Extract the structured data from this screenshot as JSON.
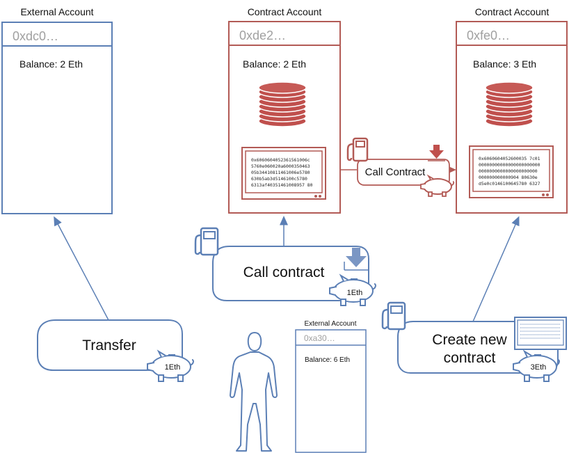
{
  "colors": {
    "blue": "#5b7fb5",
    "blue_fill": "#7a96c4",
    "red": "#b25a55",
    "red_fill": "#c0504d",
    "gray_text": "#a0a0a0",
    "text": "#111111"
  },
  "accounts": {
    "ext_1": {
      "header": "External Account",
      "address": "0xdc0…",
      "balance": "Balance: 2 Eth"
    },
    "contract_1": {
      "header": "Contract Account",
      "address": "0xde2…",
      "balance": "Balance: 2 Eth",
      "code": [
        "0x6060604052361561006c",
        "5760e060020a6000350463",
        "05b34410811461006e5780",
        "630b5ab3d5146100c5780",
        "6313af40351461008957 80"
      ]
    },
    "contract_2": {
      "header": "Contract Account",
      "address": "0xfe0…",
      "balance": "Balance: 3 Eth",
      "code": [
        "0x6060604052600035 7c01",
        "00000000000000000000000",
        "0000000000000000000000",
        "000000000000904 80630e",
        "d5e0c0146100645780 6327"
      ]
    },
    "ext_2": {
      "header": "External Account",
      "address": "0xa30…",
      "balance": "Balance: 6 Eth"
    }
  },
  "transactions": {
    "transfer": {
      "label": "Transfer",
      "amount": "1Eth"
    },
    "call_contract": {
      "label": "Call contract",
      "amount": "1Eth"
    },
    "call_contract_internal": {
      "label": "Call Contract"
    },
    "create_contract": {
      "line1": "Create new",
      "line2": "contract",
      "amount": "3Eth"
    }
  },
  "icons": [
    "coin-stack-icon",
    "code-screen-icon",
    "gas-pump-icon",
    "piggy-bank-icon",
    "down-arrow-icon",
    "person-icon"
  ]
}
